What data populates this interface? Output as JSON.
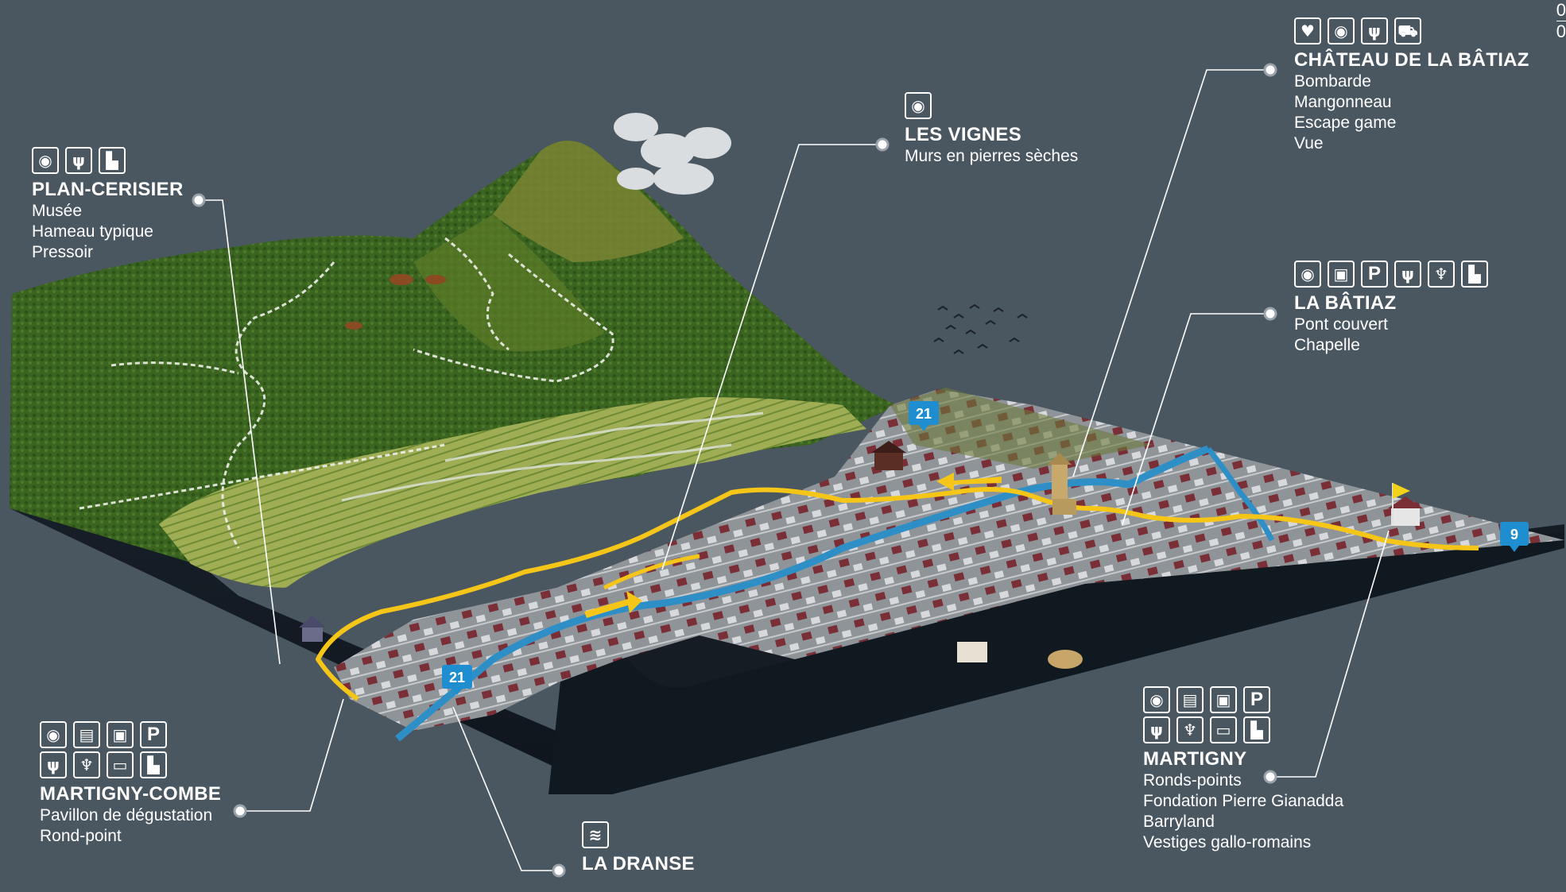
{
  "callouts": {
    "chateau": {
      "title": "CHÂTEAU DE LA BÂTIAZ",
      "items": [
        "Bombarde",
        "Mangonneau",
        "Escape game",
        "Vue"
      ],
      "icons": [
        "heart-icon",
        "eye-icon",
        "fork-knife-icon",
        "car-icon"
      ]
    },
    "vignes": {
      "title": "LES VIGNES",
      "items": [
        "Murs en pierres sèches"
      ],
      "icons": [
        "eye-icon"
      ]
    },
    "plan_cerisier": {
      "title": "PLAN-CERISIER",
      "items": [
        "Musée",
        "Hameau typique",
        "Pressoir"
      ],
      "icons": [
        "eye-icon",
        "fork-knife-icon",
        "toilet-icon"
      ]
    },
    "batiaz": {
      "title": "LA BÂTIAZ",
      "items": [
        "Pont couvert",
        "Chapelle"
      ],
      "icons": [
        "eye-icon",
        "bus-icon",
        "parking-icon",
        "fork-knife-icon",
        "wine-glass-icon",
        "toilet-icon"
      ]
    },
    "martigny": {
      "title": "MARTIGNY",
      "items": [
        "Ronds-points",
        "Fondation Pierre Gianadda",
        "Barryland",
        "Vestiges gallo-romains"
      ],
      "icons_row1": [
        "eye-icon",
        "train-icon",
        "bus-icon",
        "parking-icon"
      ],
      "icons_row2": [
        "fork-knife-icon",
        "wine-glass-icon",
        "bed-icon",
        "toilet-icon"
      ]
    },
    "martigny_combe": {
      "title": "MARTIGNY-COMBE",
      "items": [
        "Pavillon de dégustation",
        "Rond-point"
      ],
      "icons_row1": [
        "eye-icon",
        "train-icon",
        "bus-icon",
        "parking-icon"
      ],
      "icons_row2": [
        "fork-knife-icon",
        "wine-glass-icon",
        "bed-icon",
        "toilet-icon"
      ]
    },
    "dranse": {
      "title": "LA DRANSE",
      "items": [],
      "icons": [
        "water-icon"
      ]
    }
  },
  "road_signs": [
    "21",
    "21",
    "9"
  ],
  "corner_text": [
    "0",
    "0"
  ],
  "colors": {
    "background": "#4a5761",
    "route": "#f5c518",
    "river": "#2e8fc7",
    "sign": "#1f8ed0",
    "leader": "#ffffff"
  }
}
